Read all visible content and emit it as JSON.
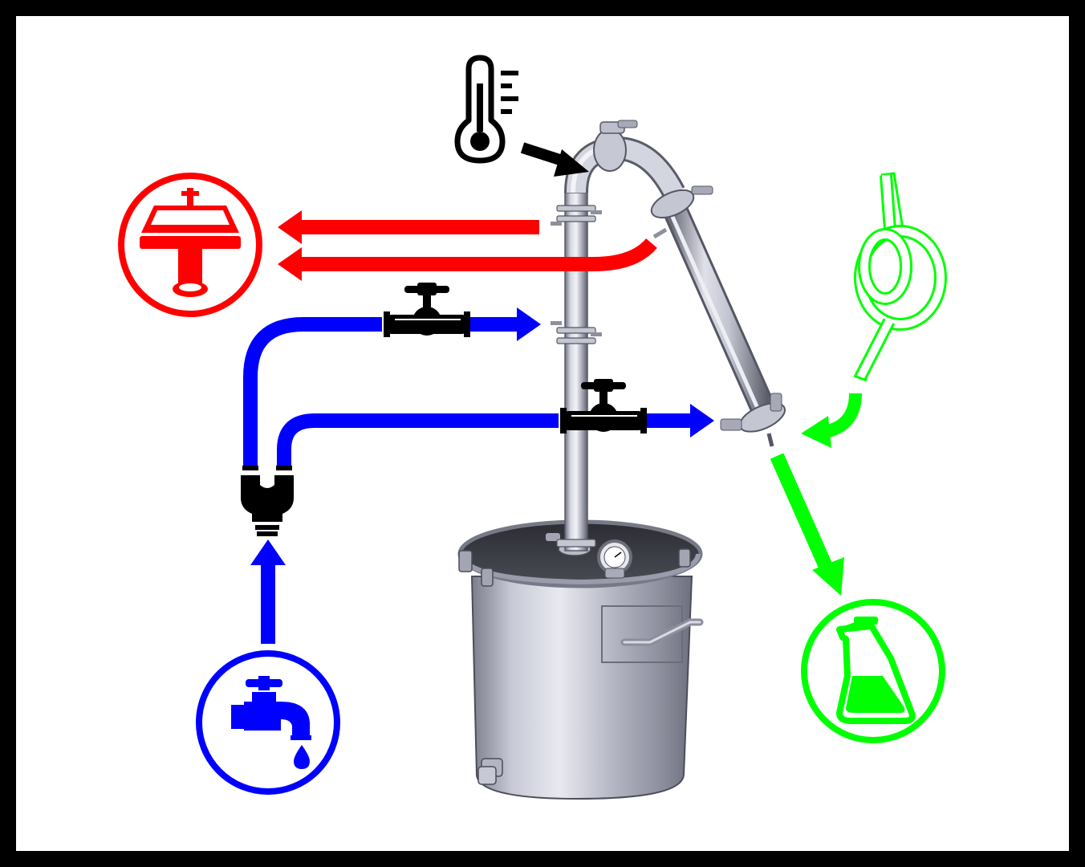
{
  "diagram": {
    "nodes": [
      {
        "id": "thermometer",
        "icon": "thermometer-icon",
        "color": "#000000"
      },
      {
        "id": "drain",
        "icon": "sink-icon",
        "color": "#ff0000"
      },
      {
        "id": "water-supply",
        "icon": "water-tap-icon",
        "color": "#0000ff"
      },
      {
        "id": "raw-material",
        "icon": "knot-tube-icon",
        "color": "#00ff00"
      },
      {
        "id": "product",
        "icon": "flask-icon",
        "color": "#00ff00"
      },
      {
        "id": "still",
        "icon": "distillation-column-icon",
        "color": "#b8bac8"
      }
    ],
    "flows": [
      {
        "from": "thermometer",
        "to": "column-top",
        "color": "#000000"
      },
      {
        "from": "column-top-side-port",
        "to": "drain",
        "color": "#ff0000"
      },
      {
        "from": "condenser-upper-port",
        "to": "drain",
        "color": "#ff0000"
      },
      {
        "from": "water-supply",
        "to": "y-splitter",
        "color": "#0000ff"
      },
      {
        "from": "y-splitter",
        "to": "column-lower-port",
        "color": "#0000ff",
        "valve": true
      },
      {
        "from": "y-splitter",
        "to": "condenser-lower-port",
        "color": "#0000ff",
        "valve": true
      },
      {
        "from": "raw-material",
        "to": "condenser-outlet",
        "color": "#00ff00"
      },
      {
        "from": "condenser-outlet",
        "to": "product",
        "color": "#00ff00"
      }
    ],
    "colors": {
      "cold_water": "#0000ff",
      "hot_water": "#ff0000",
      "product": "#00ff00",
      "sensor": "#000000",
      "steel": "#b8bac8"
    }
  }
}
